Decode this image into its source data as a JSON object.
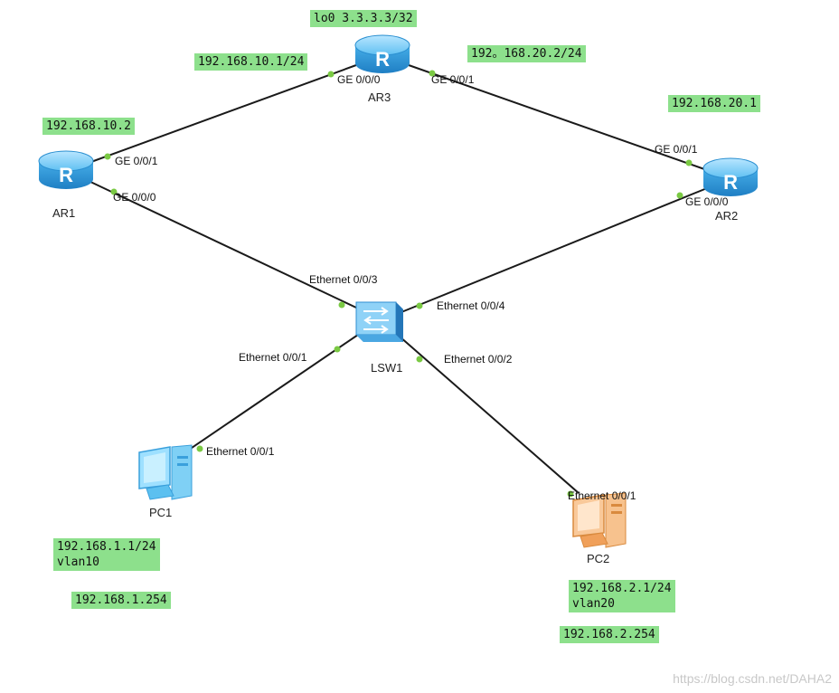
{
  "devices": {
    "ar1": "AR1",
    "ar2": "AR2",
    "ar3": "AR3",
    "lsw1": "LSW1",
    "pc1": "PC1",
    "pc2": "PC2"
  },
  "ports": {
    "ar3_ge000": "GE 0/0/0",
    "ar3_ge001": "GE 0/0/1",
    "ar1_ge001": "GE 0/0/1",
    "ar1_ge000": "GE 0/0/0",
    "ar2_ge001": "GE 0/0/1",
    "ar2_ge000": "GE 0/0/0",
    "lsw_e003": "Ethernet 0/0/3",
    "lsw_e004": "Ethernet 0/0/4",
    "lsw_e001": "Ethernet 0/0/1",
    "lsw_e002": "Ethernet 0/0/2",
    "pc1_e001": "Ethernet 0/0/1",
    "pc2_e001": "Ethernet 0/0/1"
  },
  "notes": {
    "lo0": "lo0 3.3.3.3/32",
    "ar3_left": "192.168.10.1/24",
    "ar3_right": "192。168.20.2/24",
    "ar1_ip": "192.168.10.2",
    "ar2_ip": "192.168.20.1",
    "pc1_ip": "192.168.1.1/24\nvlan10",
    "pc1_gw": "192.168.1.254",
    "pc2_ip": "192.168.2.1/24\nvlan20",
    "pc2_gw": "192.168.2.254"
  },
  "watermark": "https://blog.csdn.net/DAHA2",
  "colors": {
    "note_bg": "#8de08c",
    "link": "#1a1a1a",
    "port_dot": "#7ac943",
    "router": "#3aa6e8",
    "pc1": "#5cc0f0",
    "pc2": "#f0a05a"
  },
  "icons": {
    "router": "router-icon",
    "switch": "switch-icon",
    "pc": "pc-icon"
  }
}
